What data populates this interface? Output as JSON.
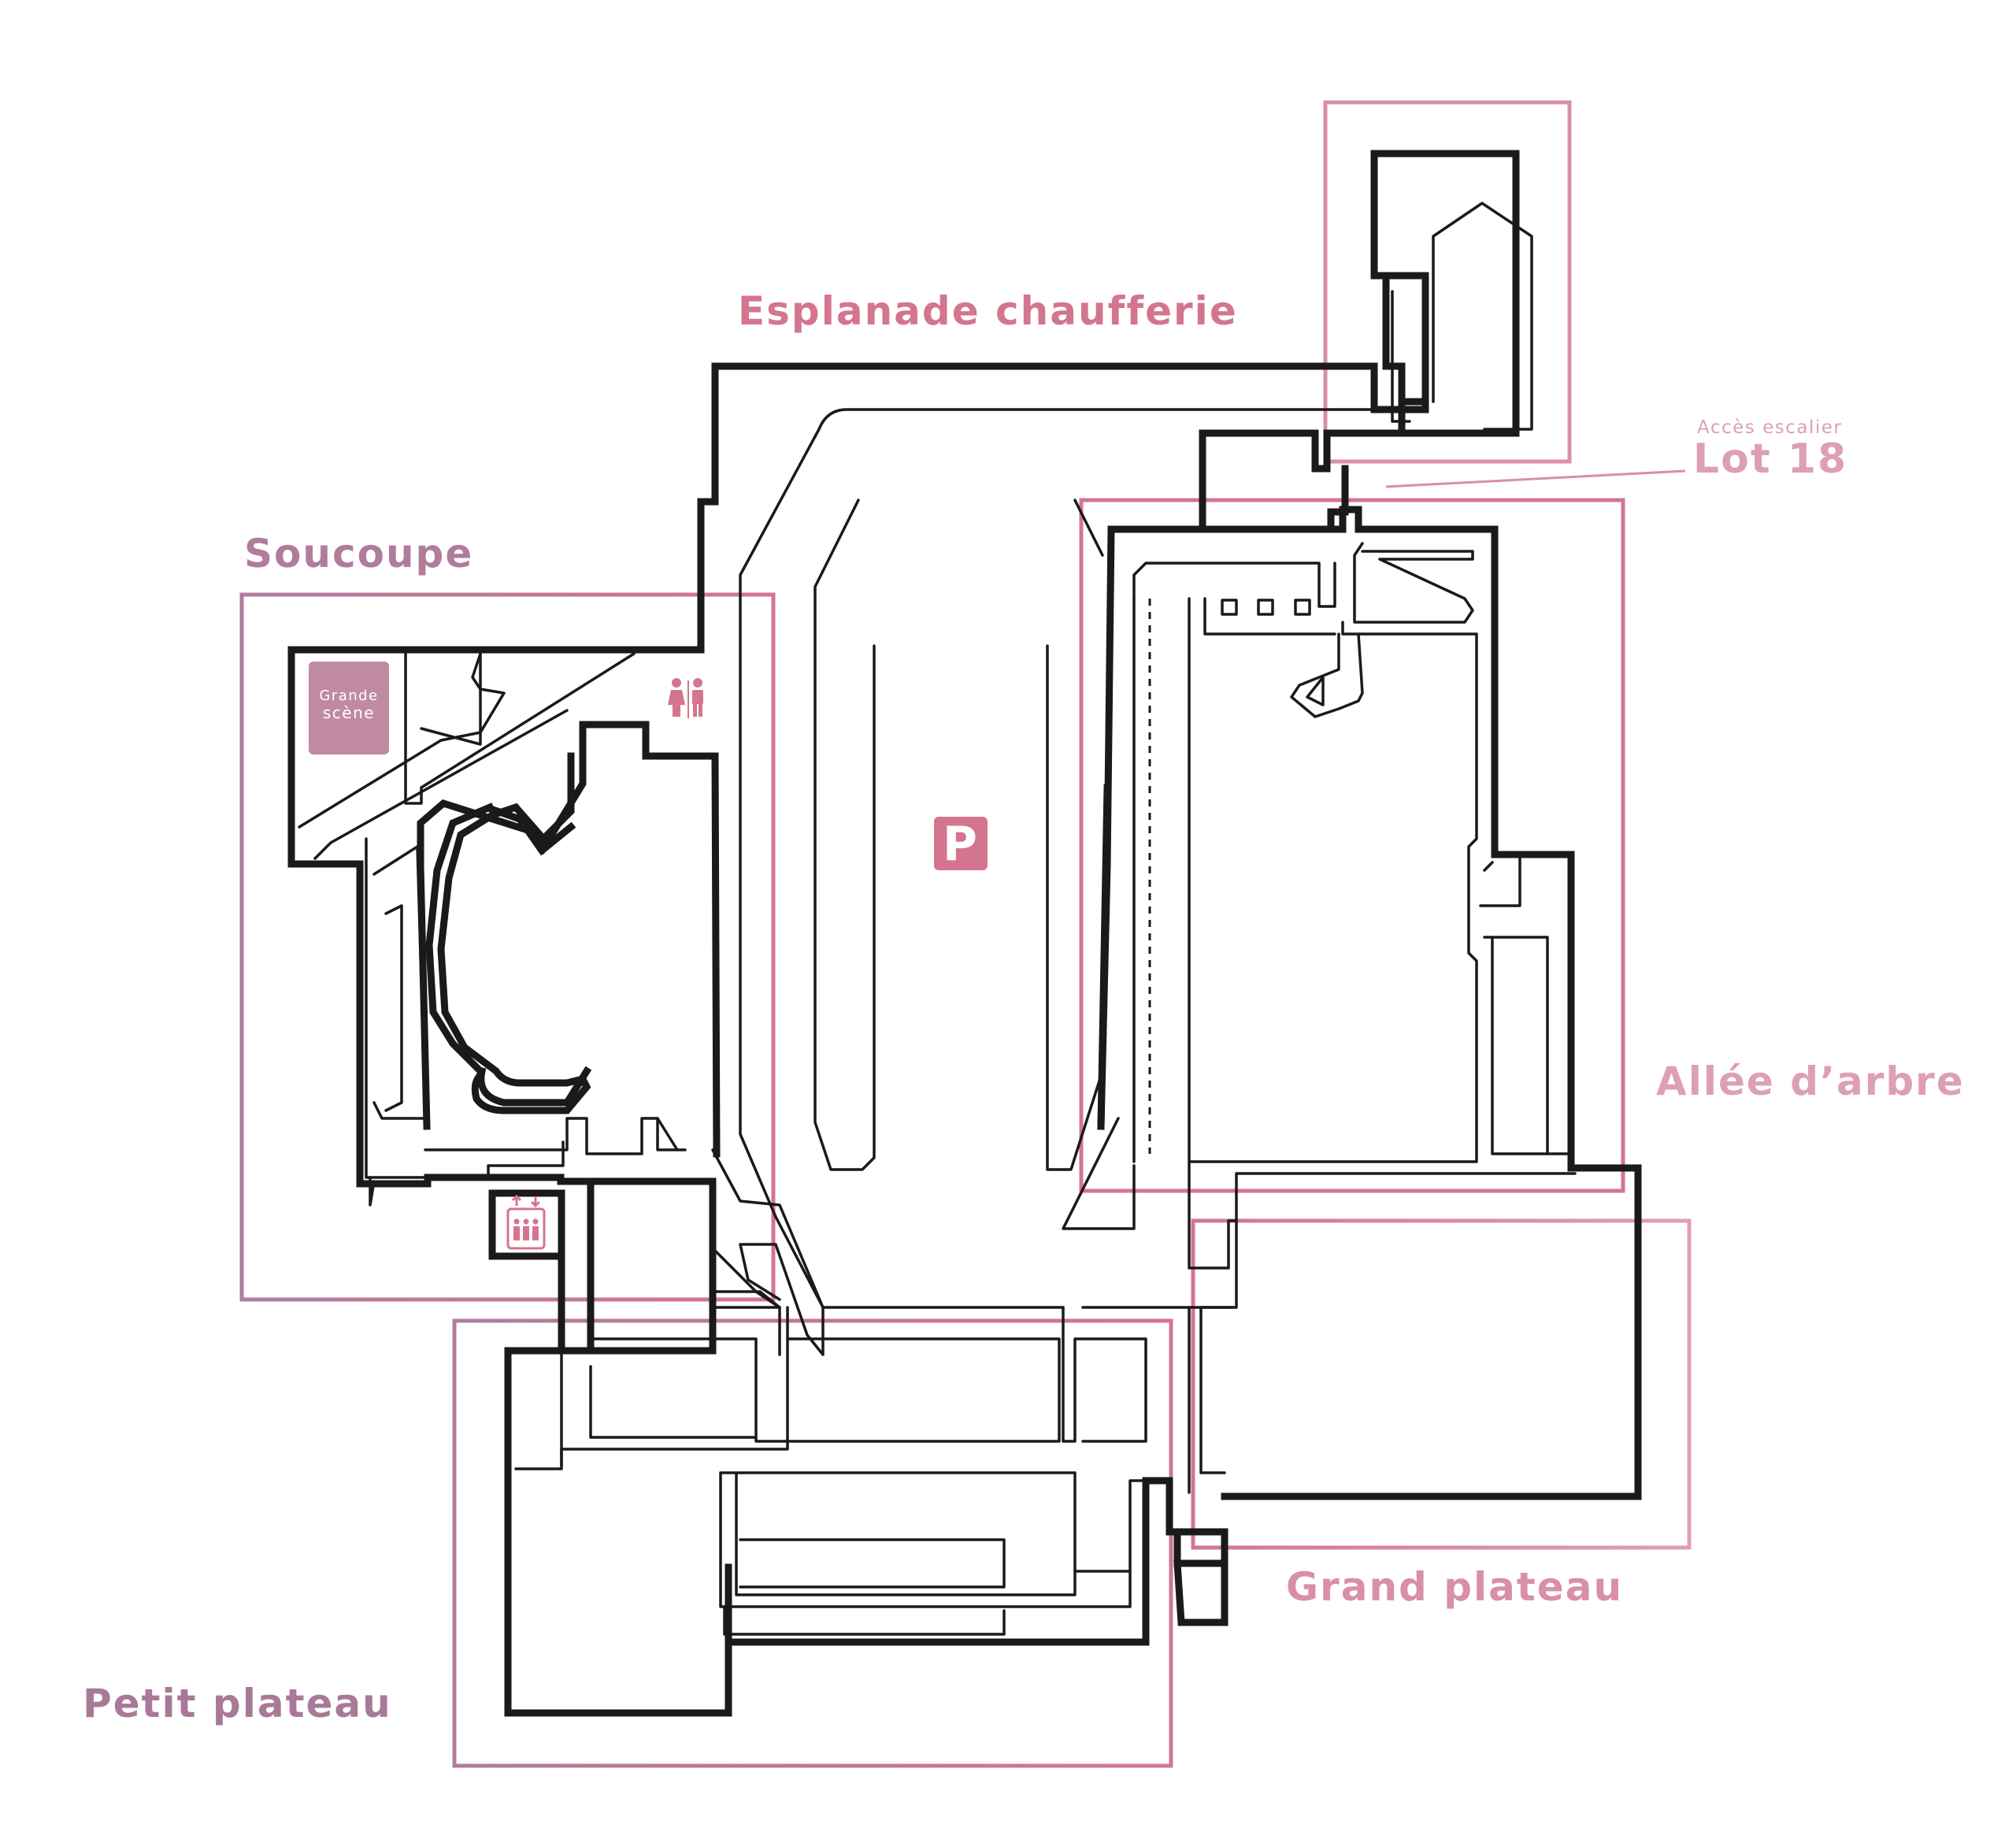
{
  "colors": {
    "mauve": "#b07c9c",
    "pink": "#d4758f",
    "light_pink": "#dda0b2",
    "wall": "#1a1a1a",
    "parking_bg": "#d4758f",
    "grande_scene_bg": "#c08aa3"
  },
  "zones": {
    "esplanade": {
      "label": "Esplanade chaufferie"
    },
    "soucoupe": {
      "label": "Soucoupe"
    },
    "allee": {
      "label": "Allée d’arbre"
    },
    "grand_plateau": {
      "label": "Grand plateau"
    },
    "petit_plateau": {
      "label": "Petit plateau"
    },
    "lot18": {
      "caption": "Accès escalier",
      "label": "Lot 18"
    }
  },
  "poi": {
    "grande_scene": {
      "line1": "Grande",
      "line2": "scène"
    },
    "parking": {
      "label": "P"
    },
    "restrooms": {
      "icon": "restroom-icon"
    },
    "elevator": {
      "icon": "elevator-icon"
    }
  }
}
